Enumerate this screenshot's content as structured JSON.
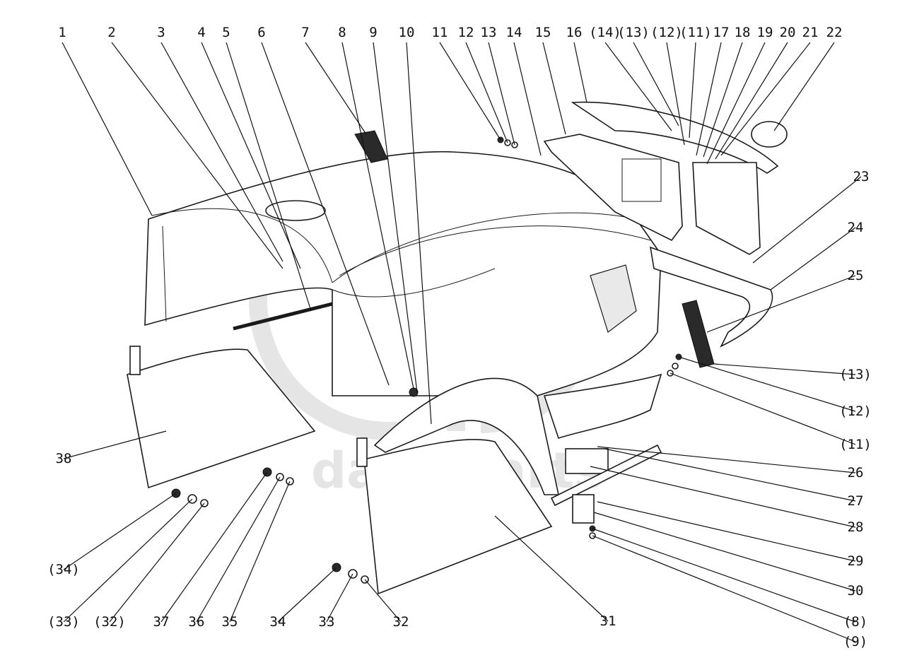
{
  "diagram": {
    "watermark_text": "data-parts",
    "callouts": [
      {
        "id": "c1",
        "label": "1"
      },
      {
        "id": "c2",
        "label": "2"
      },
      {
        "id": "c3",
        "label": "3"
      },
      {
        "id": "c4",
        "label": "4"
      },
      {
        "id": "c5",
        "label": "5"
      },
      {
        "id": "c6",
        "label": "6"
      },
      {
        "id": "c7",
        "label": "7"
      },
      {
        "id": "c8",
        "label": "8"
      },
      {
        "id": "c9",
        "label": "9"
      },
      {
        "id": "c10",
        "label": "10"
      },
      {
        "id": "c11",
        "label": "11"
      },
      {
        "id": "c12",
        "label": "12"
      },
      {
        "id": "c13",
        "label": "13"
      },
      {
        "id": "c14",
        "label": "14"
      },
      {
        "id": "c15",
        "label": "15"
      },
      {
        "id": "c16",
        "label": "16"
      },
      {
        "id": "c14b",
        "label": "(14)"
      },
      {
        "id": "c13b",
        "label": "(13)"
      },
      {
        "id": "c12b",
        "label": "(12)"
      },
      {
        "id": "c11b",
        "label": "(11)"
      },
      {
        "id": "c17",
        "label": "17"
      },
      {
        "id": "c18",
        "label": "18"
      },
      {
        "id": "c19",
        "label": "19"
      },
      {
        "id": "c20",
        "label": "20"
      },
      {
        "id": "c21",
        "label": "21"
      },
      {
        "id": "c22",
        "label": "22"
      },
      {
        "id": "c23",
        "label": "23"
      },
      {
        "id": "c24",
        "label": "24"
      },
      {
        "id": "c25",
        "label": "25"
      },
      {
        "id": "c13r",
        "label": "(13)"
      },
      {
        "id": "c12r",
        "label": "(12)"
      },
      {
        "id": "c11r",
        "label": "(11)"
      },
      {
        "id": "c26",
        "label": "26"
      },
      {
        "id": "c27",
        "label": "27"
      },
      {
        "id": "c28",
        "label": "28"
      },
      {
        "id": "c29",
        "label": "29"
      },
      {
        "id": "c30",
        "label": "30"
      },
      {
        "id": "c8r",
        "label": "(8)"
      },
      {
        "id": "c9r",
        "label": "(9)"
      },
      {
        "id": "c31",
        "label": "31"
      },
      {
        "id": "c32",
        "label": "32"
      },
      {
        "id": "c33",
        "label": "33"
      },
      {
        "id": "c34",
        "label": "34"
      },
      {
        "id": "c35",
        "label": "35"
      },
      {
        "id": "c36",
        "label": "36"
      },
      {
        "id": "c37",
        "label": "37"
      },
      {
        "id": "c32b",
        "label": "(32)"
      },
      {
        "id": "c33b",
        "label": "(33)"
      },
      {
        "id": "c34b",
        "label": "(34)"
      },
      {
        "id": "c38",
        "label": "38"
      }
    ]
  }
}
